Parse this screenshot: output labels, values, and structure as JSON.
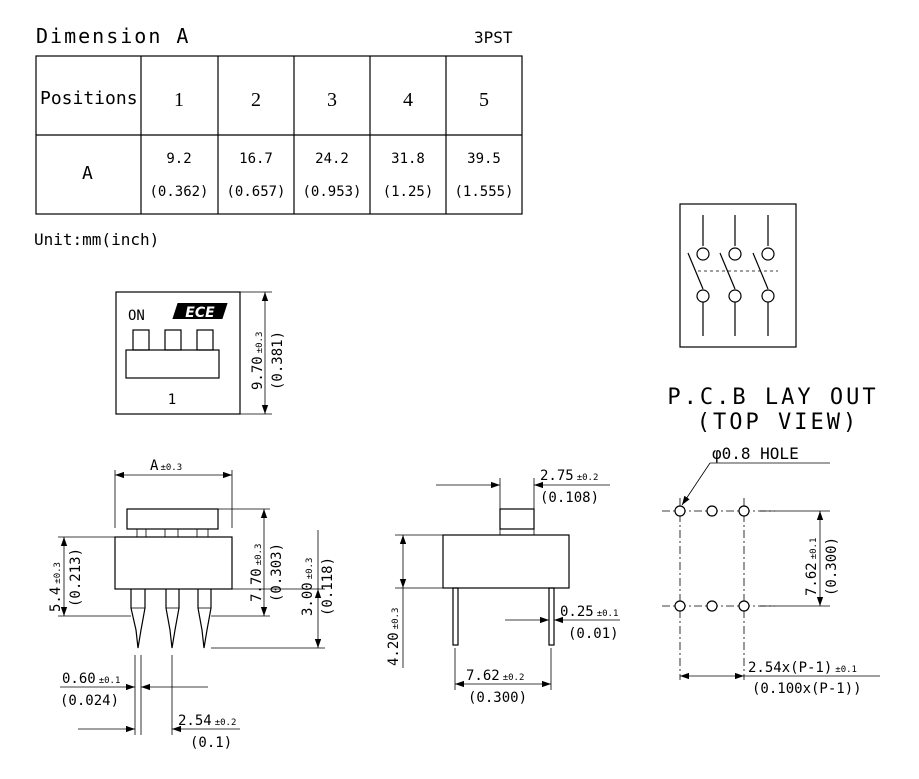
{
  "header": {
    "title": "Dimension A",
    "model": "3PST"
  },
  "table": {
    "row1_label": "Positions",
    "row2_label": "A",
    "positions": [
      "1",
      "2",
      "3",
      "4",
      "5"
    ],
    "mm": [
      "9.2",
      "16.7",
      "24.2",
      "31.8",
      "39.5"
    ],
    "inch": [
      "(0.362)",
      "(0.657)",
      "(0.953)",
      "(1.25)",
      "(1.555)"
    ]
  },
  "unit_note": "Unit:mm(inch)",
  "top_view": {
    "on_label": "ON",
    "logo_text": "ECE",
    "position_label": "1",
    "height_dim": "9.70",
    "height_tol": "±0.3",
    "height_inch": "(0.381)"
  },
  "front_view": {
    "width_dim": "A",
    "width_tol": "±0.3",
    "body_h_dim": "5.4",
    "body_h_tol": "±0.3",
    "body_h_inch": "(0.213)",
    "total_h_dim": "7.70",
    "total_h_tol": "±0.3",
    "total_h_inch": "(0.303)",
    "pin_len_dim": "3.00",
    "pin_len_tol": "±0.3",
    "pin_len_inch": "(0.118)",
    "pin_w_dim": "0.60",
    "pin_w_tol": "±0.1",
    "pin_w_inch": "(0.024)",
    "pitch_dim": "2.54",
    "pitch_tol": "±0.2",
    "pitch_inch": "(0.1)"
  },
  "side_view": {
    "actuator_dim": "2.75",
    "actuator_tol": "±0.2",
    "actuator_inch": "(0.108)",
    "height_dim": "4.20",
    "height_tol": "±0.3",
    "pin_t_dim": "0.25",
    "pin_t_tol": "±0.1",
    "pin_t_inch": "(0.01)",
    "row_dim": "7.62",
    "row_tol": "±0.2",
    "row_inch": "(0.300)"
  },
  "pcb": {
    "title_line1": "P.C.B LAY OUT",
    "title_line2": "(TOP VIEW)",
    "hole": "φ0.8 HOLE",
    "row_dim": "7.62",
    "row_tol": "±0.1",
    "row_inch": "(0.300)",
    "pitch_dim": "2.54x(P-1)",
    "pitch_tol": "±0.1",
    "pitch_inch": "(0.100x(P-1))"
  }
}
